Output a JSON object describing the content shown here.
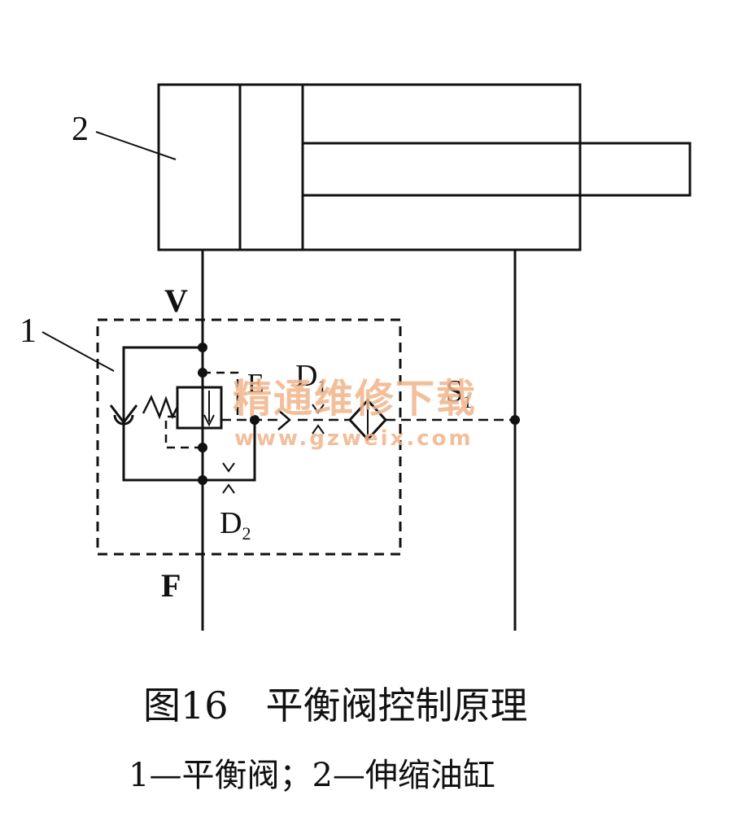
{
  "figure": {
    "caption": "图16　平衡阀控制原理",
    "legend": "1—平衡阀；2—伸缩油缸"
  },
  "labels": {
    "cylinder_number": "2",
    "valve_number": "1",
    "port_v": "V",
    "port_f": "F",
    "node_e": "E",
    "d1_letter": "D",
    "d1_sub": "1",
    "s1_letter": "S",
    "s1_sub": "1",
    "d2_letter": "D",
    "d2_sub": "2"
  },
  "watermark": {
    "title": "精通维修下载",
    "url": "www.gzweix.com"
  },
  "colors": {
    "line": "#111111",
    "watermark": "#f2b48a"
  }
}
